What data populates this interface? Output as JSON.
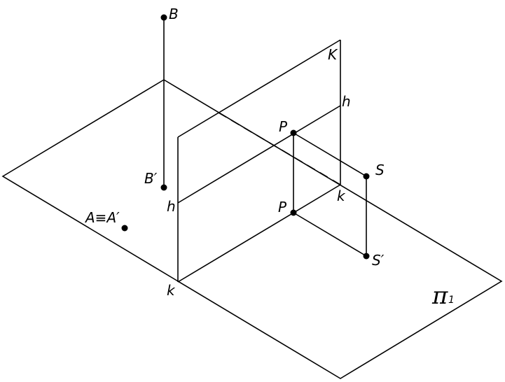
{
  "labels": {
    "B": "B",
    "B_prime": "B′",
    "A_A_prime": "A≡A′",
    "P_top": "P",
    "P_bottom": "P",
    "S": "S",
    "S_prime": "S′",
    "K_top": "K",
    "k_mid": "k",
    "k_bottom": "k",
    "h_right": "h",
    "h_left": "h",
    "pi": "π",
    "pi_subscript": "1"
  },
  "colors": {
    "stroke": "#000000",
    "background": "#ffffff"
  }
}
